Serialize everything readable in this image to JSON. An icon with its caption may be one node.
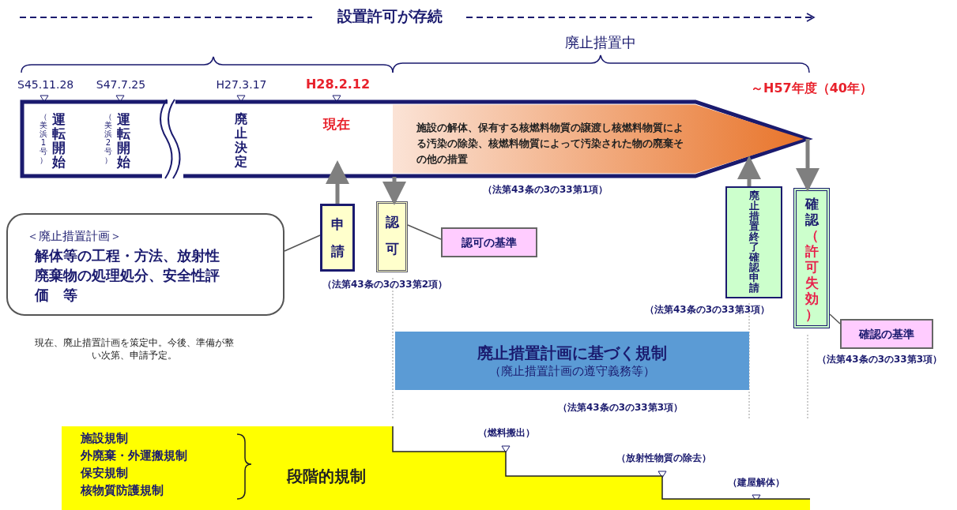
{
  "diagram": {
    "nodes": [
      {
        "text": [],
        "shape": "bar"
      },
      {
        "text": [
          "（美浜1号）",
          "運転開始"
        ],
        "in": 0,
        "beside": [
          "S45.11.28"
        ]
      },
      {
        "text": [
          "（美浜2号）",
          "運転開始"
        ],
        "in": 0,
        "beside": [
          "S47.7.25"
        ]
      },
      {
        "text": [
          "廃止決定"
        ],
        "in": 0,
        "beside": [
          "H27.3.17"
        ]
      },
      {
        "text": [
          "現在"
        ],
        "in": 0,
        "beside": [
          "H28.2.12"
        ]
      },
      {
        "text": [
          "施設の解体、保有する核燃料物質の譲渡し核燃料物質による汚染の除染、核燃料物質によって汚染された物の廃棄その他の措置"
        ],
        "in": 0,
        "beside": [
          "（法第43条の3の33第1項）"
        ]
      },
      {
        "text": [
          "申請"
        ]
      },
      {
        "text": [
          "認可"
        ]
      },
      {
        "text": [
          "廃止措置終了確認申請"
        ],
        "beside": [
          "（法第43条の3の33第3項）"
        ]
      },
      {
        "text": [
          "確認",
          "（許可失効）"
        ]
      },
      {
        "text": [
          "＜廃止措置計画＞",
          "解体等の工程・方法、放射性廃棄物の処理処分、安全性評価　等"
        ]
      },
      {
        "text": [
          "認可の基準"
        ]
      },
      {
        "text": [
          "確認の基準"
        ],
        "beside": [
          "（法第43条の3の33第3項）"
        ]
      },
      {
        "text": [
          "廃止措置計画に基づく規制",
          "（廃止措置計画の遵守義務等）"
        ],
        "beside": [
          "（法第43条の3の33第3項）"
        ]
      },
      {
        "text": [
          "施設規制",
          "外廃棄・外運搬規制",
          "保安規制",
          "核物質防護規制",
          "段階的規制"
        ]
      }
    ],
    "edges": [
      {
        "from": 6,
        "to": 4,
        "arrow": "to"
      },
      {
        "from": 5,
        "to": 7,
        "arrow": "to"
      },
      {
        "from": 8,
        "to": 5,
        "arrow": "to"
      },
      {
        "from": 5,
        "to": 9,
        "arrow": "to"
      },
      {
        "from": 10,
        "to": 6,
        "arrow": "none",
        "color": "#555555"
      },
      {
        "from": 11,
        "to": 7,
        "arrow": "none",
        "color": "#555555"
      },
      {
        "from": 12,
        "to": 9,
        "arrow": "none",
        "color": "#555555"
      }
    ],
    "labels": [
      "設置許可が存続",
      "廃止措置中",
      "～H57年度（40年）",
      "（法第43条の3の33第2項）",
      "現在、廃止措置計画を策定中。今後、準備が整い次第、申請予定。",
      "（燃料搬出）",
      "（放射性物質の除去）",
      "（建屋解体）"
    ]
  }
}
